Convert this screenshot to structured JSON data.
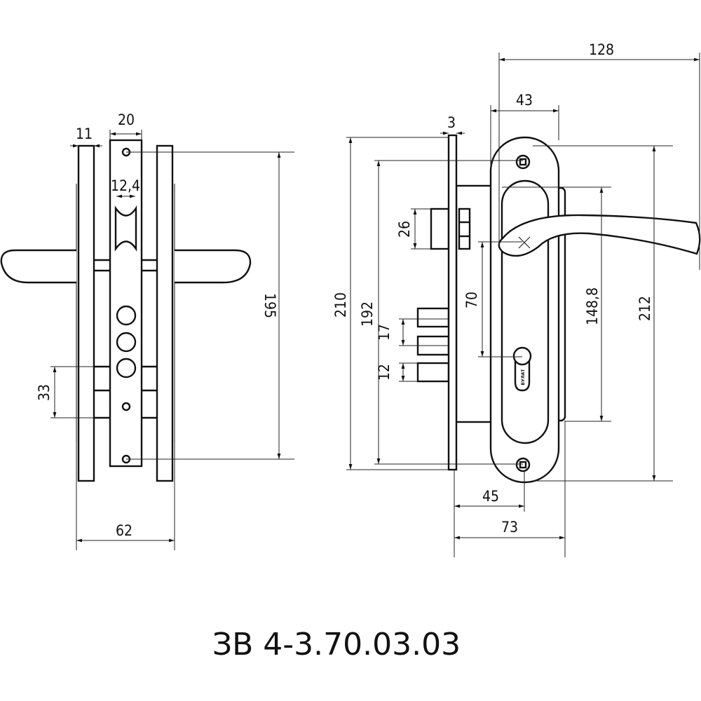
{
  "title": "ЗВ 4-3.70.03.03",
  "cylinder_brand": "БУЛАТ",
  "side_view": {
    "dims": {
      "plate_thickness": "11",
      "faceplate_width": "20",
      "spindle": "12,4",
      "screw_spacing": "195",
      "bolt_spacing": "33",
      "overall_depth": "62"
    }
  },
  "front_view": {
    "dims": {
      "overall_width": "128",
      "escutcheon_width": "43",
      "faceplate_thickness": "3",
      "faceplate_height": "210",
      "screw_spacing": "192",
      "latch_height": "26",
      "backset": "70",
      "bolt_pitch": "17",
      "bolt_height": "12",
      "body_height": "148,8",
      "escutcheon_height": "212",
      "cylinder_offset": "45",
      "body_depth": "73"
    }
  }
}
